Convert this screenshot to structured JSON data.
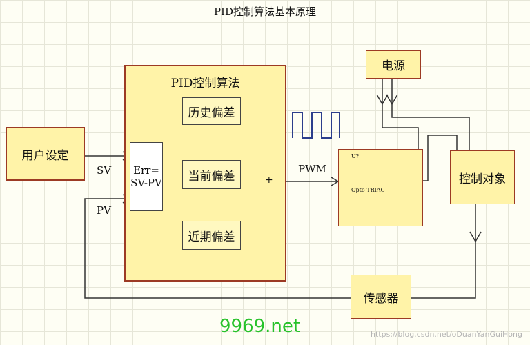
{
  "title": "PID控制算法基本原理",
  "pid_block": {
    "title": "PID控制算法",
    "err_line1": "Err=",
    "err_line2": "SV-PV",
    "proportional": "历史偏差",
    "integral": "当前偏差",
    "derivative": "近期偏差",
    "summer": "+"
  },
  "setpoint": "用户设定",
  "sv": "SV",
  "pv": "PV",
  "pwm": "PWM",
  "power": "电源",
  "triac": {
    "ref": "U?",
    "label": "Opto TRIAC"
  },
  "controlled_object": "控制对象",
  "sensor": "传感器",
  "watermark_site": "9969.net",
  "watermark_url": "https://blog.csdn.net/oDuanYanGuiHong"
}
